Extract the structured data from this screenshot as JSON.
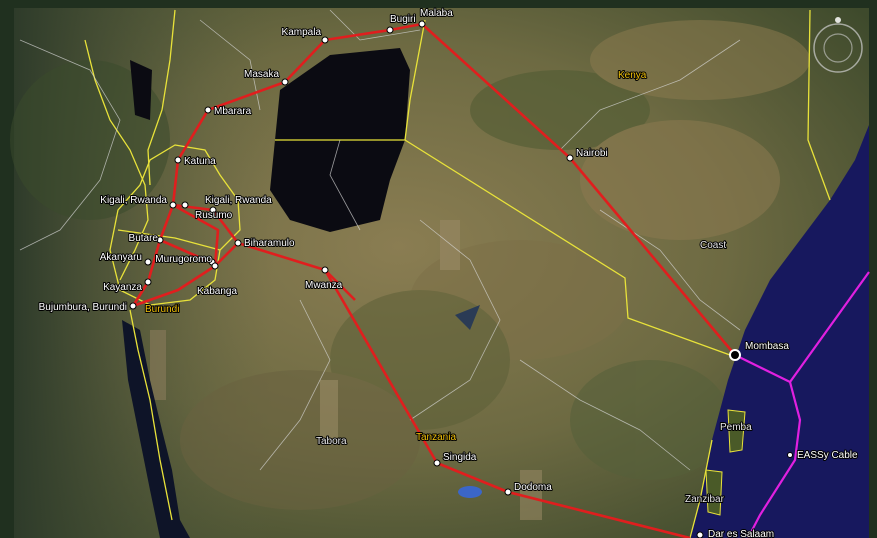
{
  "map": {
    "colors": {
      "route": "#e01e1e",
      "border": "#e8e23a",
      "cable": "#e020e0",
      "ocean": "#17185e",
      "lake": "#0b0b12",
      "land": "#6f6a44",
      "country_label": "#f2c20a"
    },
    "cities": [
      {
        "id": "bugiri",
        "name": "Bugiri"
      },
      {
        "id": "malaba",
        "name": "Malaba"
      },
      {
        "id": "kampala",
        "name": "Kampala"
      },
      {
        "id": "masaka",
        "name": "Masaka"
      },
      {
        "id": "mbarara",
        "name": "Mbarara"
      },
      {
        "id": "katuna",
        "name": "Katuna"
      },
      {
        "id": "kigali",
        "name": "Kigali, Rwanda"
      },
      {
        "id": "kigali2",
        "name": "Kigali, Rwanda"
      },
      {
        "id": "rusumo",
        "name": "Rusumo"
      },
      {
        "id": "butare",
        "name": "Butare"
      },
      {
        "id": "biharamulo",
        "name": "Biharamulo"
      },
      {
        "id": "akanyaru",
        "name": "Akanyaru"
      },
      {
        "id": "murugoromo",
        "name": "Murugoromo"
      },
      {
        "id": "kayanza",
        "name": "Kayanza"
      },
      {
        "id": "kabanga",
        "name": "Kabanga"
      },
      {
        "id": "bujumbura",
        "name": "Bujumbura, Burundi"
      },
      {
        "id": "mwanza",
        "name": "Mwanza"
      },
      {
        "id": "nairobi",
        "name": "Nairobi"
      },
      {
        "id": "mombasa",
        "name": "Mombasa"
      },
      {
        "id": "singida",
        "name": "Singida"
      },
      {
        "id": "dodoma",
        "name": "Dodoma"
      },
      {
        "id": "daressalaam",
        "name": "Dar es Salaam"
      }
    ],
    "region_labels": [
      {
        "id": "kenya",
        "text": "Kenya"
      },
      {
        "id": "burundi",
        "text": "Burundi"
      },
      {
        "id": "tanzania",
        "text": "Tanzania"
      },
      {
        "id": "coast",
        "text": "Coast"
      },
      {
        "id": "tabora",
        "text": "Tabora"
      },
      {
        "id": "pemba",
        "text": "Pemba"
      },
      {
        "id": "zanzibar",
        "text": "Zanzibar"
      }
    ],
    "cable_label": "EASSy Cable",
    "compass": "compass-icon"
  }
}
